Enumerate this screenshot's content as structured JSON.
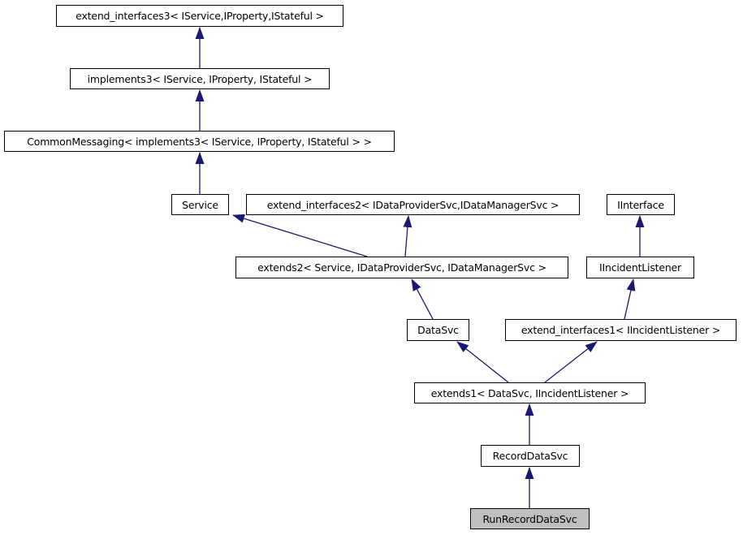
{
  "diagram": {
    "type": "class-inheritance-graph",
    "arrow_color": "#191970",
    "node_border_color": "#000000",
    "node_fill_color": "#ffffff",
    "selected_node_fill_color": "#bfbfbf",
    "nodes": [
      {
        "id": "extend_interfaces3",
        "label": "extend_interfaces3< IService,IProperty,IStateful >"
      },
      {
        "id": "implements3",
        "label": "implements3< IService, IProperty, IStateful >"
      },
      {
        "id": "CommonMessaging",
        "label": "CommonMessaging< implements3< IService, IProperty, IStateful > >"
      },
      {
        "id": "Service",
        "label": "Service"
      },
      {
        "id": "extend_interfaces2",
        "label": "extend_interfaces2< IDataProviderSvc,IDataManagerSvc >"
      },
      {
        "id": "IInterface",
        "label": "IInterface"
      },
      {
        "id": "extends2",
        "label": "extends2< Service, IDataProviderSvc, IDataManagerSvc >"
      },
      {
        "id": "IIncidentListener",
        "label": "IIncidentListener"
      },
      {
        "id": "DataSvc",
        "label": "DataSvc"
      },
      {
        "id": "extend_interfaces1",
        "label": "extend_interfaces1< IIncidentListener >"
      },
      {
        "id": "extends1",
        "label": "extends1< DataSvc, IIncidentListener >"
      },
      {
        "id": "RecordDataSvc",
        "label": "RecordDataSvc"
      },
      {
        "id": "RunRecordDataSvc",
        "label": "RunRecordDataSvc",
        "selected": true
      }
    ],
    "edges": [
      {
        "from": "implements3",
        "to": "extend_interfaces3"
      },
      {
        "from": "CommonMessaging",
        "to": "implements3"
      },
      {
        "from": "Service",
        "to": "CommonMessaging"
      },
      {
        "from": "extends2",
        "to": "Service"
      },
      {
        "from": "extends2",
        "to": "extend_interfaces2"
      },
      {
        "from": "DataSvc",
        "to": "extends2"
      },
      {
        "from": "IIncidentListener",
        "to": "IInterface"
      },
      {
        "from": "extend_interfaces1",
        "to": "IIncidentListener"
      },
      {
        "from": "extends1",
        "to": "DataSvc"
      },
      {
        "from": "extends1",
        "to": "extend_interfaces1"
      },
      {
        "from": "RecordDataSvc",
        "to": "extends1"
      },
      {
        "from": "RunRecordDataSvc",
        "to": "RecordDataSvc"
      }
    ]
  }
}
